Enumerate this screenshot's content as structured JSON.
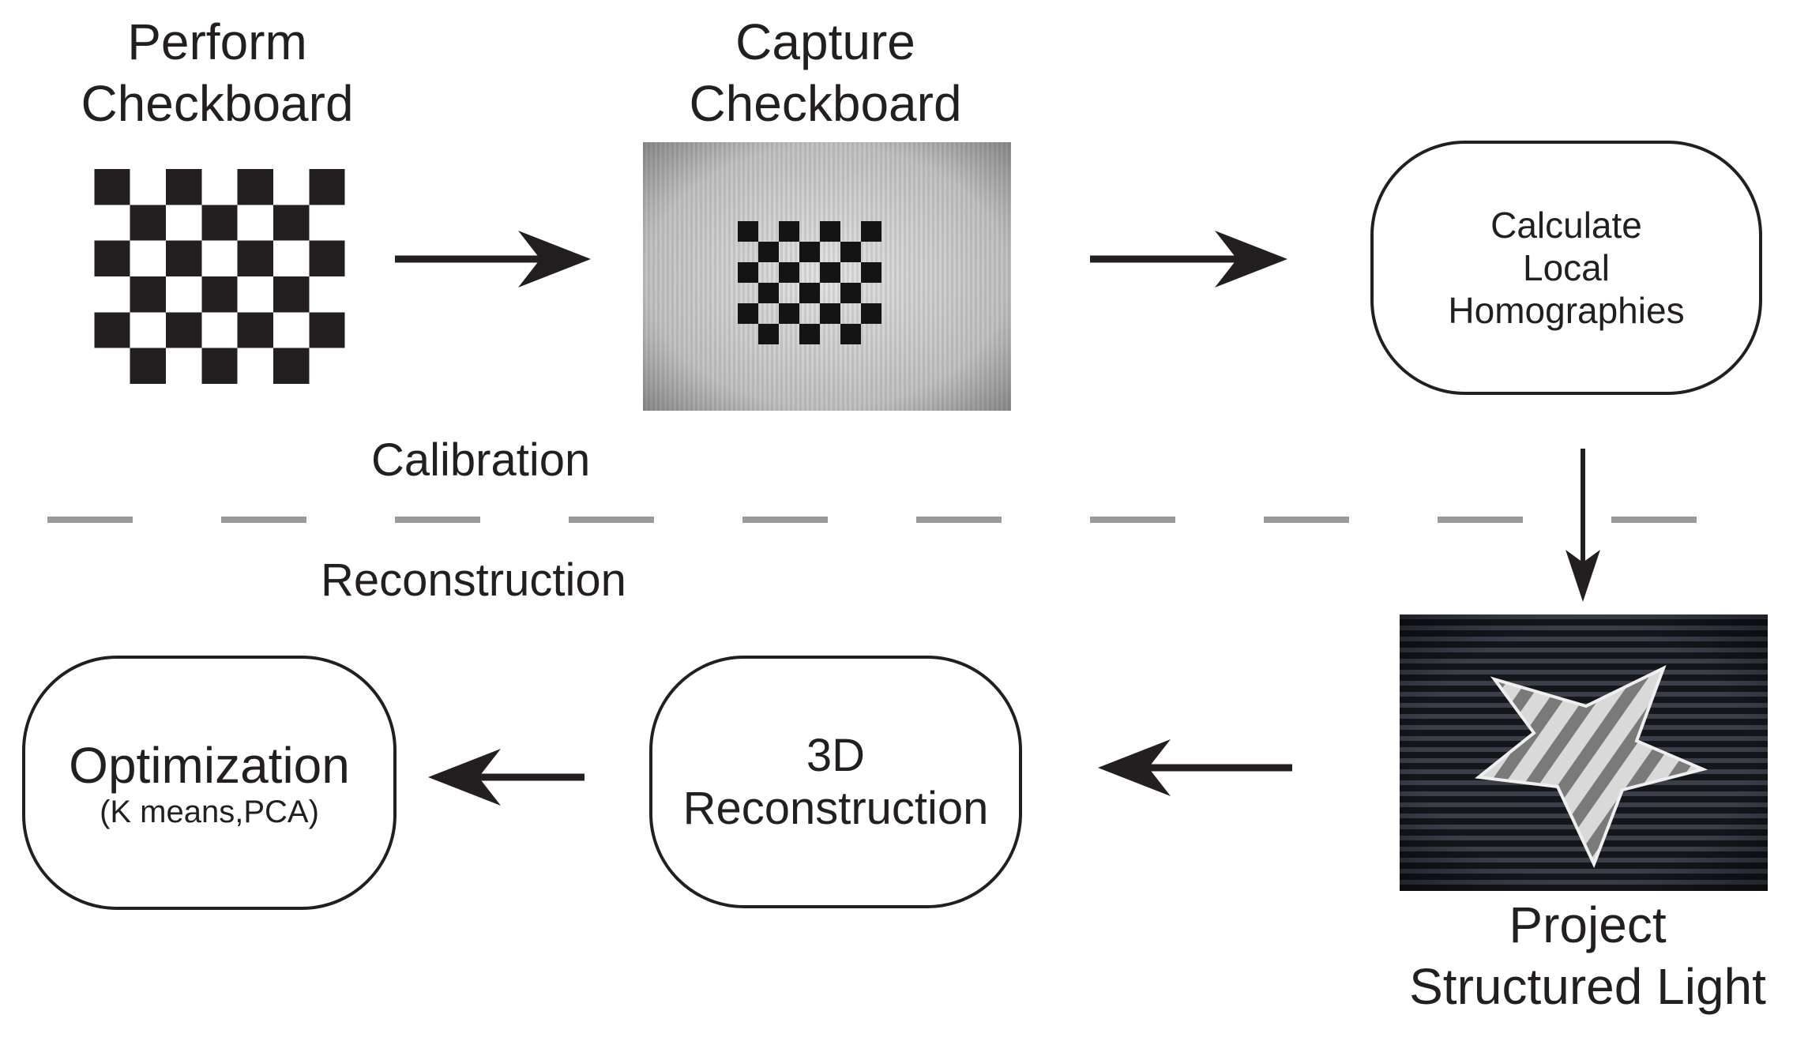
{
  "colors": {
    "ink": "#231f20",
    "divider": "#9a9a9a",
    "background": "#ffffff"
  },
  "calibration": {
    "section_label": "Calibration",
    "perform_checkboard": {
      "title_line1": "Perform",
      "title_line2": "Checkboard",
      "icon": "checkerboard-icon"
    },
    "capture_checkboard": {
      "title_line1": "Capture",
      "title_line2": "Checkboard",
      "image": "captured-checkerboard-photo"
    },
    "calculate_homographies": {
      "line1": "Calculate",
      "line2": "Local",
      "line3": "Homographies"
    }
  },
  "reconstruction": {
    "section_label": "Reconstruction",
    "project_structured_light": {
      "title_line1": "Project",
      "title_line2": "Structured Light",
      "image": "structured-light-star-photo"
    },
    "three_d_reconstruction": {
      "line1": "3D",
      "line2": "Reconstruction"
    },
    "optimization": {
      "line1": "Optimization",
      "line2": "(K means,PCA)"
    }
  }
}
